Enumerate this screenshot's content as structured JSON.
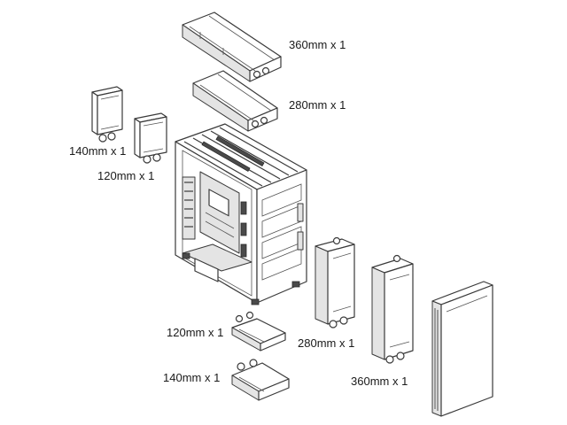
{
  "diagram": {
    "labels": {
      "top_radiator_360": "360mm x 1",
      "top_radiator_280": "280mm x 1",
      "side_radiator_140": "140mm x 1",
      "side_radiator_120": "120mm x 1",
      "bottom_radiator_120": "120mm x 1",
      "bottom_radiator_140": "140mm x 1",
      "front_radiator_280": "280mm x 1",
      "front_radiator_360": "360mm x 1"
    }
  }
}
